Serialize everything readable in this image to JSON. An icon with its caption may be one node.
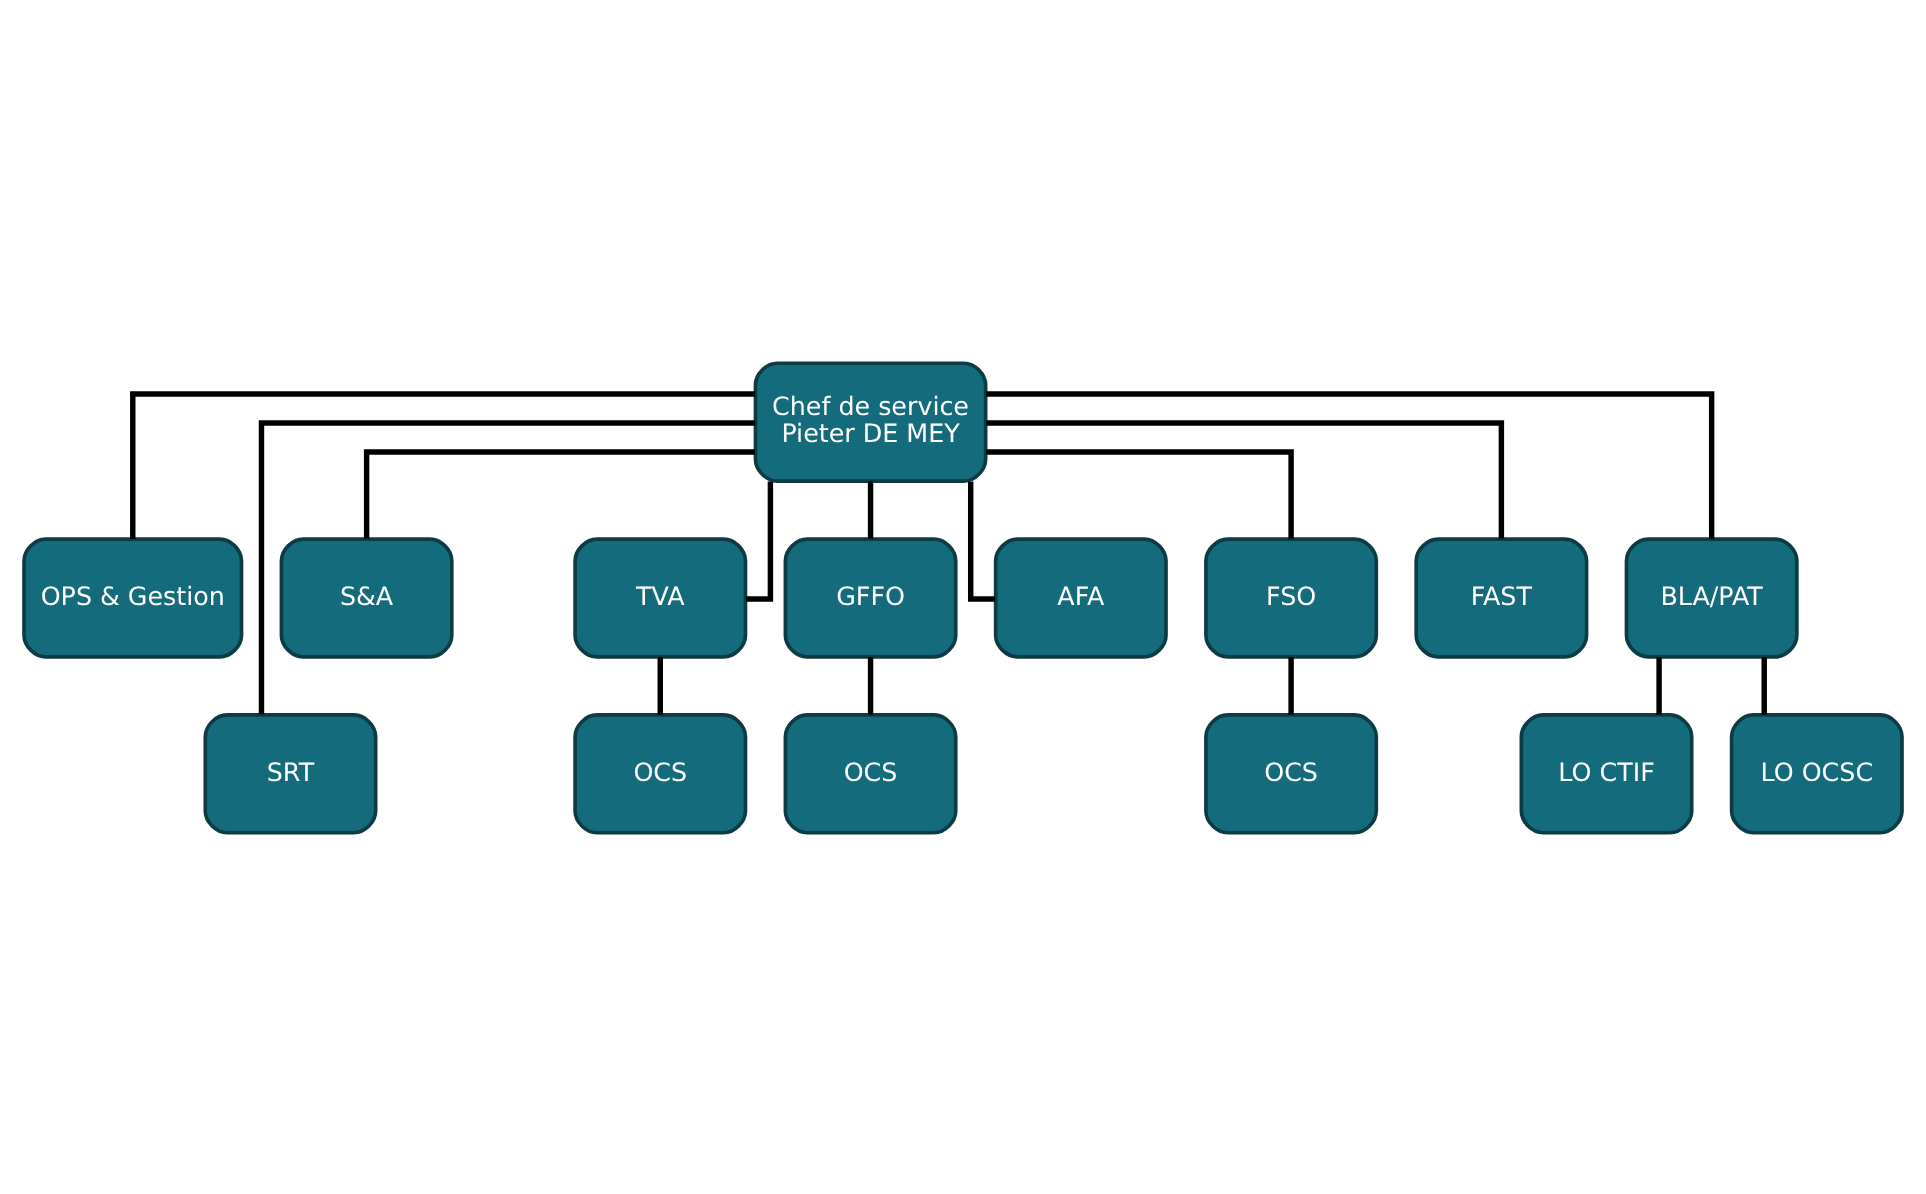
{
  "diagram": {
    "nodes": [
      {
        "text": [
          "Chef de service",
          "Pieter DE MEY"
        ]
      },
      {
        "text": [
          "OPS & Gestion"
        ]
      },
      {
        "text": [
          "S&A"
        ]
      },
      {
        "text": [
          "SRT"
        ]
      },
      {
        "text": [
          "TVA"
        ]
      },
      {
        "text": [
          "GFFO"
        ]
      },
      {
        "text": [
          "AFA"
        ]
      },
      {
        "text": [
          "FSO"
        ]
      },
      {
        "text": [
          "FAST"
        ]
      },
      {
        "text": [
          "BLA/PAT"
        ]
      },
      {
        "text": [
          "OCS"
        ]
      },
      {
        "text": [
          "OCS"
        ]
      },
      {
        "text": [
          "OCS"
        ]
      },
      {
        "text": [
          "LO CTIF"
        ]
      },
      {
        "text": [
          "LO OCSC"
        ]
      }
    ],
    "edges": [
      {
        "from": 0,
        "to": 1,
        "arrow": "none"
      },
      {
        "from": 0,
        "to": 2,
        "arrow": "none"
      },
      {
        "from": 0,
        "to": 3,
        "arrow": "none"
      },
      {
        "from": 0,
        "to": 4,
        "arrow": "none"
      },
      {
        "from": 0,
        "to": 5,
        "arrow": "none"
      },
      {
        "from": 0,
        "to": 6,
        "arrow": "none"
      },
      {
        "from": 0,
        "to": 7,
        "arrow": "none"
      },
      {
        "from": 0,
        "to": 8,
        "arrow": "none"
      },
      {
        "from": 0,
        "to": 9,
        "arrow": "none"
      },
      {
        "from": 4,
        "to": 10,
        "arrow": "none"
      },
      {
        "from": 5,
        "to": 11,
        "arrow": "none"
      },
      {
        "from": 7,
        "to": 12,
        "arrow": "none"
      },
      {
        "from": 9,
        "to": 13,
        "arrow": "none"
      },
      {
        "from": 9,
        "to": 14,
        "arrow": "none"
      }
    ]
  }
}
